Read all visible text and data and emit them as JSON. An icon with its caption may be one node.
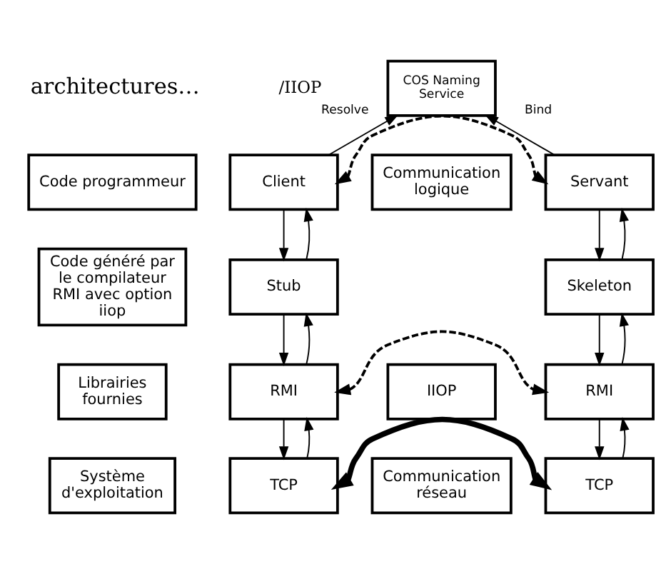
{
  "diagram": {
    "nodes": [
      {
        "text": [
          "COS Naming Service"
        ]
      },
      {
        "text": [
          "Code programmeur"
        ]
      },
      {
        "text": [
          "Client"
        ]
      },
      {
        "text": [
          "Communication logique"
        ]
      },
      {
        "text": [
          "Servant"
        ]
      },
      {
        "text": [
          "Code généré par le compilateur RMI avec option iiop"
        ]
      },
      {
        "text": [
          "Stub"
        ]
      },
      {
        "text": [
          "Skeleton"
        ]
      },
      {
        "text": [
          "Librairies fournies"
        ]
      },
      {
        "text": [
          "RMI"
        ]
      },
      {
        "text": [
          "IIOP"
        ]
      },
      {
        "text": [
          "RMI"
        ]
      },
      {
        "text": [
          "Système d'exploitation"
        ]
      },
      {
        "text": [
          "TCP"
        ]
      },
      {
        "text": [
          "Communication réseau"
        ]
      },
      {
        "text": [
          "TCP"
        ]
      }
    ],
    "edges": [
      {
        "from": 2,
        "to": 0,
        "arrow": "to",
        "label": "Resolve"
      },
      {
        "from": 4,
        "to": 0,
        "arrow": "to",
        "label": "Bind"
      },
      {
        "from": 2,
        "to": 4,
        "arrow": "both",
        "style": "dashed"
      },
      {
        "from": 2,
        "to": 6,
        "arrow": "to"
      },
      {
        "from": 6,
        "to": 2,
        "arrow": "to"
      },
      {
        "from": 4,
        "to": 7,
        "arrow": "to"
      },
      {
        "from": 7,
        "to": 4,
        "arrow": "to"
      },
      {
        "from": 6,
        "to": 9,
        "arrow": "to"
      },
      {
        "from": 9,
        "to": 6,
        "arrow": "to"
      },
      {
        "from": 7,
        "to": 11,
        "arrow": "to"
      },
      {
        "from": 11,
        "to": 7,
        "arrow": "to"
      },
      {
        "from": 9,
        "to": 11,
        "arrow": "both",
        "style": "dashed"
      },
      {
        "from": 9,
        "to": 13,
        "arrow": "to"
      },
      {
        "from": 13,
        "to": 9,
        "arrow": "to"
      },
      {
        "from": 11,
        "to": 15,
        "arrow": "to"
      },
      {
        "from": 15,
        "to": 11,
        "arrow": "to"
      },
      {
        "from": 13,
        "to": 15,
        "arrow": "both",
        "style": "thick"
      }
    ],
    "labels": [
      "architectures…",
      "/IIOP"
    ]
  }
}
